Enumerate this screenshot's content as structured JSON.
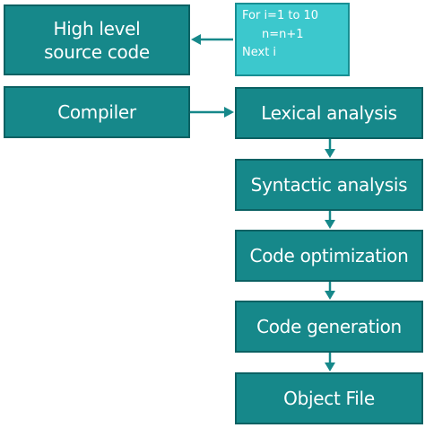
{
  "diagram": {
    "source_code": {
      "line1": "High level",
      "line2": "source code"
    },
    "code_sample": {
      "line1": "For i=1 to 10",
      "line2": "n=n+1",
      "line3": "Next i"
    },
    "compiler": "Compiler",
    "stages": [
      "Lexical analysis",
      "Syntactic analysis",
      "Code optimization",
      "Code generation",
      "Object File"
    ]
  },
  "colors": {
    "box_fill": "#16888a",
    "box_border": "#0b6163",
    "code_fill": "#3cc8cd",
    "arrow": "#16888a"
  }
}
